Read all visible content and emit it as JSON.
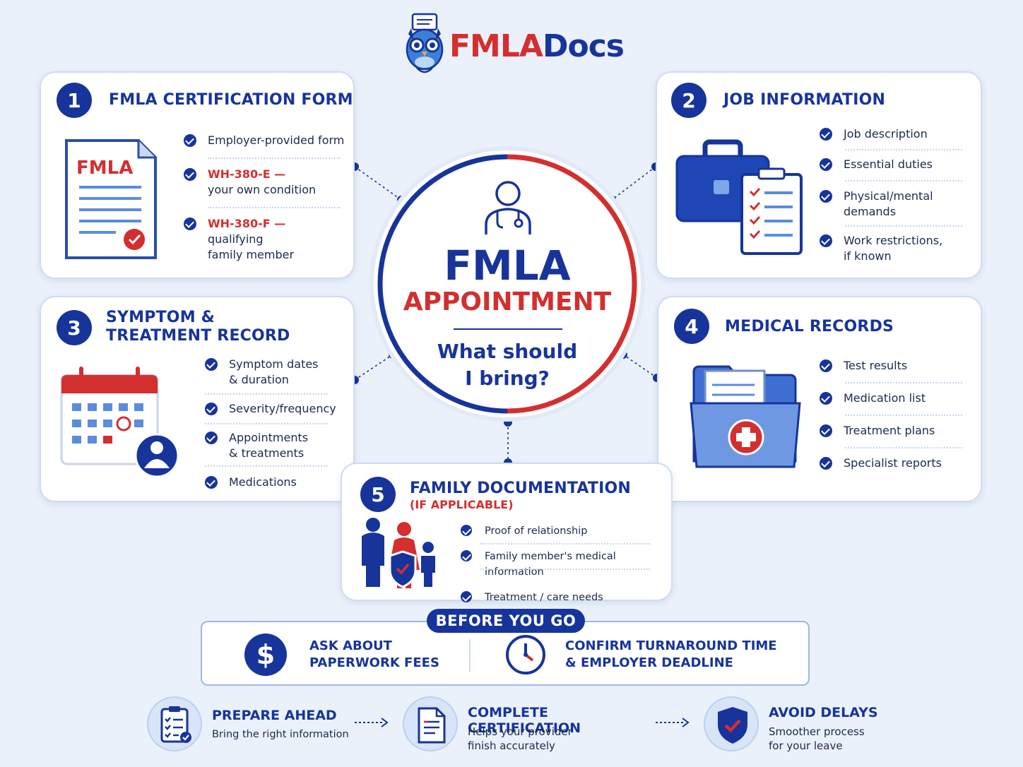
{
  "brand": {
    "name_part1": "FMLA",
    "name_part2": "Docs"
  },
  "center": {
    "title": "FMLA",
    "subtitle": "APPOINTMENT",
    "question_line1": "What should",
    "question_line2": "I bring?"
  },
  "cards": [
    {
      "number": "1",
      "title": "FMLA CERTIFICATION FORM",
      "doc_label": "FMLA",
      "items": [
        {
          "text": "Employer-provided form"
        },
        {
          "code": "WH-380-E —",
          "text": "your own condition"
        },
        {
          "code": "WH-380-F —",
          "text": "qualifying\nfamily member"
        }
      ]
    },
    {
      "number": "2",
      "title": "JOB INFORMATION",
      "items": [
        {
          "text": "Job description"
        },
        {
          "text": "Essential duties"
        },
        {
          "text": "Physical/mental\ndemands"
        },
        {
          "text": "Work restrictions,\nif known"
        }
      ]
    },
    {
      "number": "3",
      "title": "SYMPTOM &\nTREATMENT RECORD",
      "items": [
        {
          "text": "Symptom dates\n& duration"
        },
        {
          "text": "Severity/frequency"
        },
        {
          "text": "Appointments\n& treatments"
        },
        {
          "text": "Medications"
        }
      ]
    },
    {
      "number": "4",
      "title": "MEDICAL RECORDS",
      "items": [
        {
          "text": "Test results"
        },
        {
          "text": "Medication list"
        },
        {
          "text": "Treatment plans"
        },
        {
          "text": "Specialist reports"
        }
      ]
    },
    {
      "number": "5",
      "title": "FAMILY DOCUMENTATION",
      "subtitle": "(IF APPLICABLE)",
      "items": [
        {
          "text": "Proof of relationship"
        },
        {
          "text": "Family member's medical information"
        },
        {
          "text": "Treatment / care needs"
        }
      ]
    }
  ],
  "before_you_go": {
    "label": "BEFORE YOU GO",
    "tips": [
      {
        "icon": "dollar-icon",
        "text": "ASK ABOUT\nPAPERWORK FEES"
      },
      {
        "icon": "clock-icon",
        "text": "CONFIRM TURNAROUND TIME\n& EMPLOYER DEADLINE"
      }
    ]
  },
  "steps": [
    {
      "icon": "clipboard-icon",
      "title": "PREPARE AHEAD",
      "subtitle": "Bring the right information"
    },
    {
      "icon": "document-icon",
      "title": "COMPLETE CERTIFICATION",
      "subtitle": "Helps your provider\nfinish accurately"
    },
    {
      "icon": "shield-icon",
      "title": "AVOID DELAYS",
      "subtitle": "Smoother process\nfor your leave"
    }
  ],
  "colors": {
    "primary": "#17349a",
    "accent": "#d32f2f",
    "background": "#eaf1fb",
    "border": "#cfdcf0"
  }
}
